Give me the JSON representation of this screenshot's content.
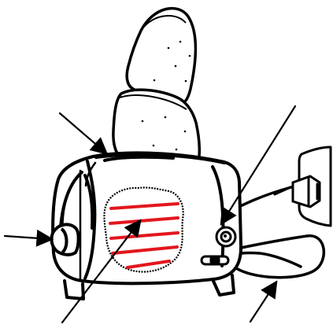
{
  "colors": {
    "ink": "#000000",
    "paper": "#ffffff",
    "cutaway_fill": "#ffffff",
    "heating_element": "#e3161d"
  },
  "diagram": {
    "subject": "toaster",
    "parts": [
      {
        "name": "bread-slot",
        "label": ""
      },
      {
        "name": "lever",
        "label": ""
      },
      {
        "name": "heating-element",
        "label": ""
      },
      {
        "name": "control-knob",
        "label": ""
      },
      {
        "name": "power-cord",
        "label": ""
      }
    ],
    "icons": [
      "toaster-icon",
      "bread-slice-icon",
      "wall-plug-icon",
      "arrow-icon"
    ]
  }
}
